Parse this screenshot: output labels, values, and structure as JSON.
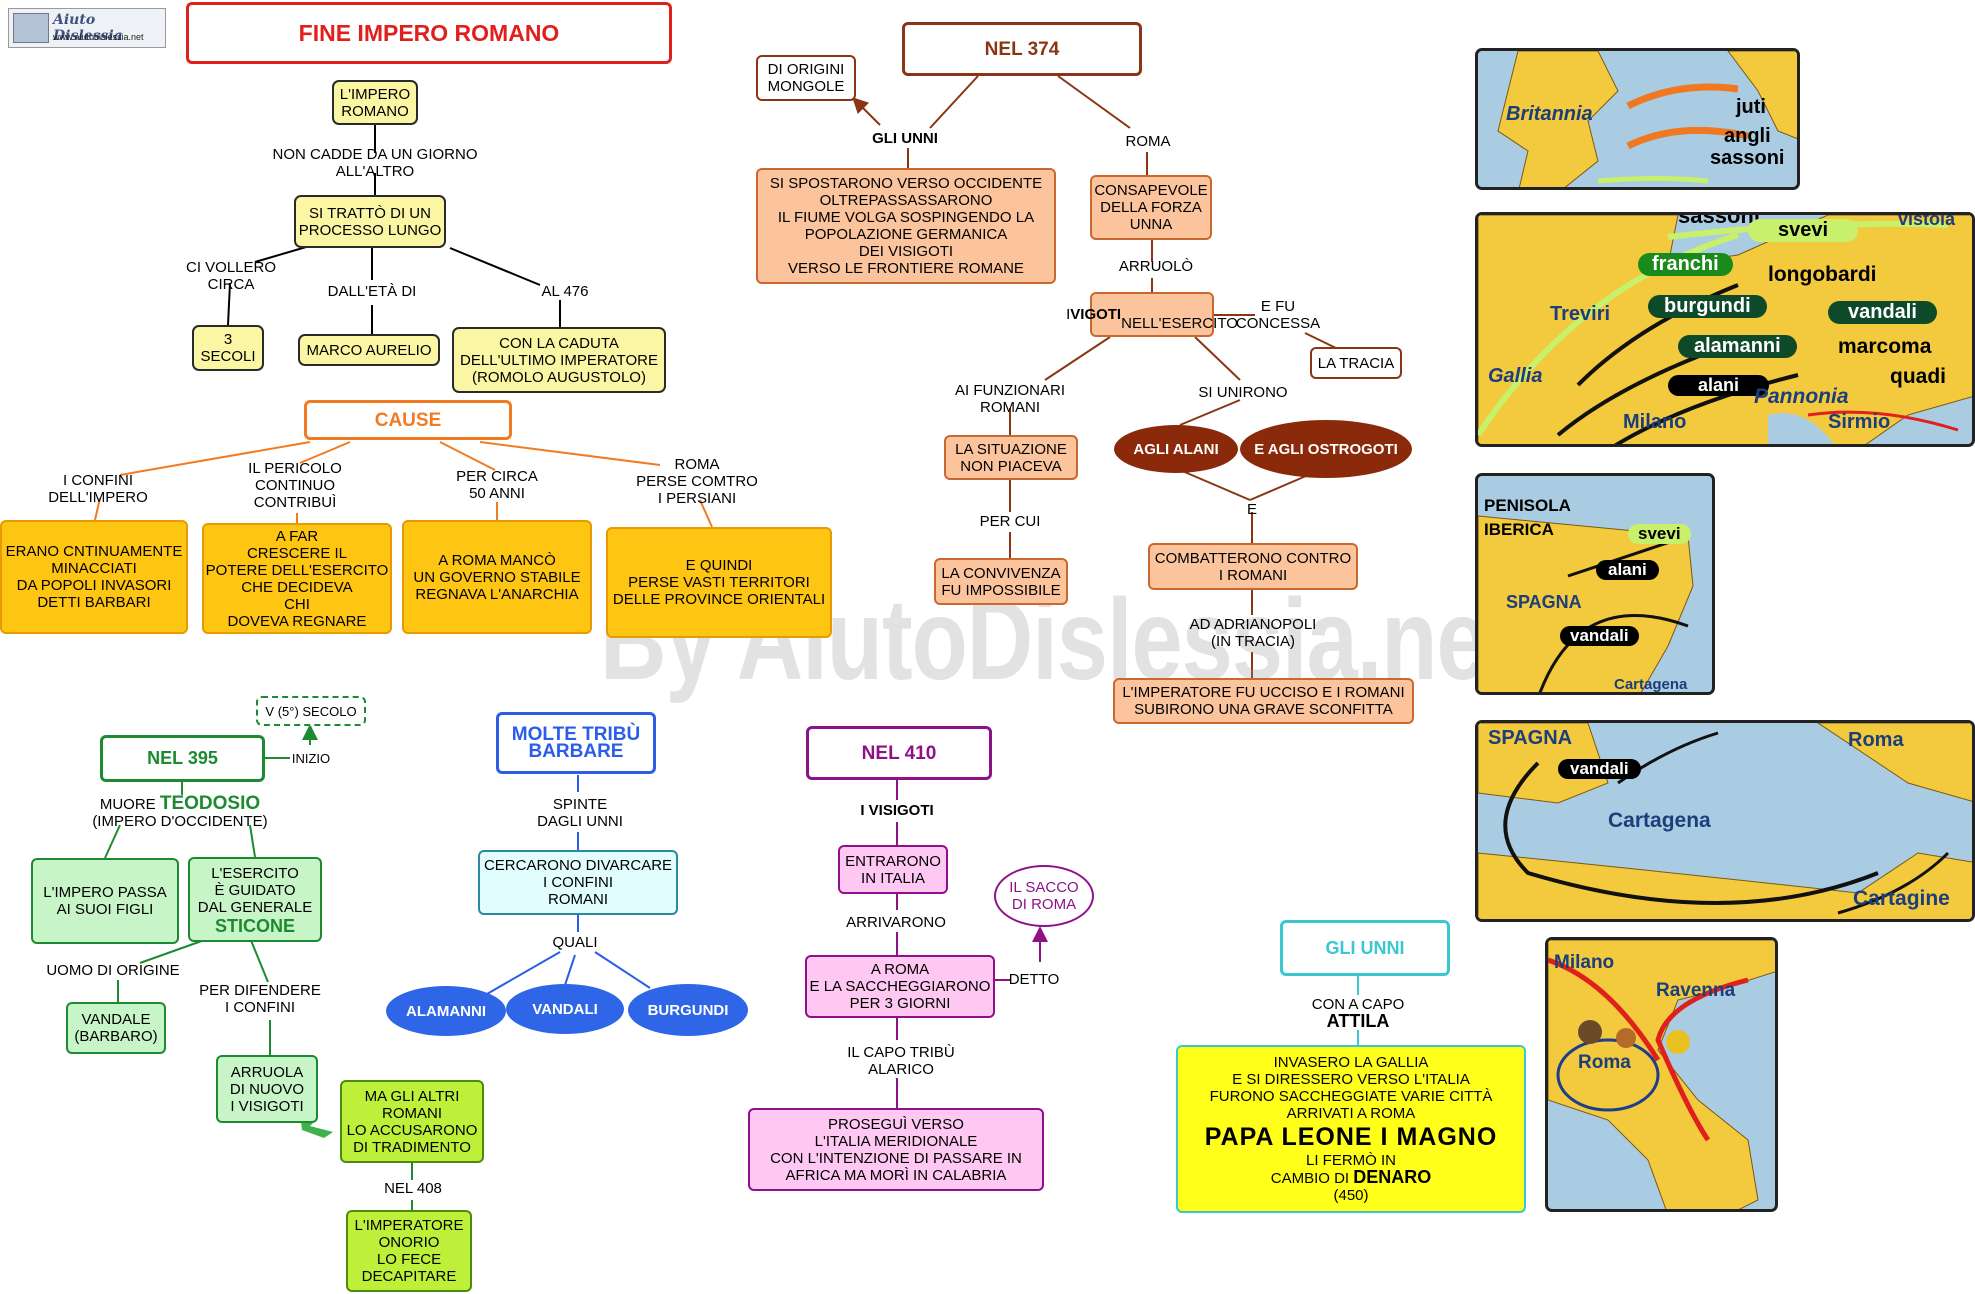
{
  "logo": {
    "name": "Aiuto Dislessia",
    "url": "www.aiutodislessia.net"
  },
  "watermark": "By AiutoDislessia.net",
  "colors": {
    "red": "#e0201c",
    "orange": "#f27b22",
    "brown": "#8a3514",
    "green": "#1d8a32",
    "blue": "#2a5ee8",
    "purple": "#8e118a",
    "turquoise": "#3bc7d2"
  },
  "top": {
    "title": "FINE IMPERO ROMANO",
    "impero": "L'IMPERO\nROMANO",
    "non_cadde": "NON CADDE DA UN GIORNO\nALL'ALTRO",
    "processo": "SI TRATTÒ DI UN\nPROCESSO LUNGO",
    "ci_vollero": "CI VOLLERO\nCIRCA",
    "dall_eta": "DALL'ETÀ DI",
    "al_476": "AL 476",
    "tre_secoli": "3\nSECOLI",
    "marco": "MARCO AURELIO",
    "caduta": "CON LA CADUTA\nDELL'ULTIMO  IMPERATORE\n(ROMOLO AUGUSTOLO)"
  },
  "cause": {
    "title": "CAUSE",
    "labels": [
      "I CONFINI\nDELL'IMPERO",
      "IL PERICOLO\nCONTINUO\nCONTRIBUÌ",
      "PER CIRCA\n50 ANNI",
      "ROMA\nPERSE COMTRO\nI PERSIANI"
    ],
    "boxes": [
      "ERANO CNTINUAMENTE\nMINACCIATI\nDA POPOLI INVASORI\nDETTI BARBARI",
      "A FAR\nCRESCERE IL\nPOTERE DELL'ESERCITO\nCHE DECIDEVA\nCHI\nDOVEVA REGNARE",
      "A ROMA MANCÒ\nUN GOVERNO STABILE\nREGNAVA L'ANARCHIA",
      "E QUINDI\nPERSE VASTI TERRITORI\nDELLE PROVINCE ORIENTALI"
    ]
  },
  "n374": {
    "title": "NEL 374",
    "origini": "DI ORIGINI\nMONGOLE",
    "unni": "GLI UNNI",
    "roma": "ROMA",
    "spostarono": "SI SPOSTARONO  VERSO  OCCIDENTE\nOLTREPASSASSARONO\nIL  FIUME  VOLGA  SOSPINGENDO  LA\nPOPOLAZIONE GERMANICA\nDEI VISIGOTI\nVERSO LE FRONTIERE ROMANE",
    "consapevole": "CONSAPEVOLE\nDELLA FORZA\nUNNA",
    "arruolo": "ARRUOLÒ",
    "vigoti_pre": "I ",
    "vigoti_bold": "VIGOTI",
    "vigoti_post": "\nNELL'ESERCITO",
    "e_fu": "E FU\nCONCESSA",
    "tracia": "LA TRACIA",
    "funzionari": "AI FUNZIONARI\nROMANI",
    "si_unirono": "SI UNIRONO",
    "situazione": "LA SITUAZIONE\nNON PIACEVA",
    "alani": "AGLI  ALANI",
    "ostrogoti": "E AGLI OSTROGOTI",
    "per_cui": "PER CUI",
    "e": "E",
    "convivenza": "LA CONVIVENZA\nFU IMPOSSIBILE",
    "combatterono": "COMBATTERONO CONTRO\nI ROMANI",
    "adrianopoli": "AD ADRIANOPOLI\n(IN TRACIA)",
    "imperatore": "L'IMPERATORE FU UCCISO E I ROMANI\nSUBIRONO UNA GRAVE SCONFITTA"
  },
  "n395": {
    "secolo": "V (5°) SECOLO",
    "inizio": "INIZIO",
    "title": "NEL 395",
    "muore": "MUORE ",
    "teodosio": "TEODOSIO",
    "impero_occ": "(IMPERO D'OCCIDENTE)",
    "figli": "L'IMPERO PASSA\nAI SUOI FIGLI",
    "esercito": "L'ESERCITO\nÈ GUIDATO\nDAL GENERALE",
    "sticone": "STICONE",
    "uomo": "UOMO DI ORIGINE",
    "per_difendere": "PER DIFENDERE\nI CONFINI",
    "vandale": "VANDALE\n(BARBARO)",
    "arruola": "ARRUOLA\nDI NUOVO\nI VISIGOTI",
    "altri": "MA GLI ALTRI\nROMANI\nLO ACCUSARONO\nDI TRADIMENTO",
    "nel408": "NEL 408",
    "onorio": "L'IMPERATORE\nONORIO\nLO FECE\nDECAPITARE"
  },
  "tribu": {
    "title": "MOLTE TRIBÙ\nBARBARE",
    "spinte": "SPINTE\nDAGLI UNNI",
    "cercarono": "CERCARONO DIVARCARE\nI CONFINI\nROMANI",
    "quali": "QUALI",
    "ovals": [
      "ALAMANNI",
      "VANDALI",
      "BURGUNDI"
    ]
  },
  "n410": {
    "title": "NEL 410",
    "visigoti": "I VISIGOTI",
    "entrarono": "ENTRARONO\nIN ITALIA",
    "arrivarono": "ARRIVARONO",
    "sacco": "IL SACCO\nDI ROMA",
    "detto": "DETTO",
    "saccheggiarono": "A ROMA\nE LA SACCHEGGIARONO\nPER 3 GIORNI",
    "capo": "IL CAPO TRIBÙ\nALARICO",
    "proseguì": "PROSEGUÌ  VERSO\nL'ITALIA  MERIDIONALE\nCON  L'INTENZIONE  DI  PASSARE  IN\nAFRICA MA MORÌ IN CALABRIA"
  },
  "unni2": {
    "title": "GLI UNNI",
    "con_capo": "CON A CAPO",
    "attila": "ATTILA",
    "invasero": "INVASERO LA GALLIA\nE SI DIRESSERO VERSO L'ITALIA\nFURONO  SACCHEGGIATE VARIE  CITTÀ\nARRIVATI A ROMA",
    "papa": "PAPA  LEONE  I  MAGNO",
    "fermo": "LI  FERMÒ  IN",
    "cambio": "CAMBIO DI ",
    "denaro": "DENARO",
    "anno": "(450)"
  },
  "maps": {
    "m1": {
      "britannia": "Britannia",
      "juti": "juti",
      "angli": "angli",
      "sassoni": "sassoni"
    },
    "m2": {
      "sassoni": "sassoni",
      "vistola": "vistola",
      "svevi": "svevi",
      "franchi": "franchi",
      "longobardi": "longobardi",
      "burgundi": "burgundi",
      "treviri": "Treviri",
      "vandali": "vandali",
      "alamanni": "alamanni",
      "marcoma": "marcoma",
      "quadi": "quadi",
      "gallia": "Gallia",
      "alani": "alani",
      "pannonia": "Pannonia",
      "milano": "Milano",
      "sirmio": "Sirmio"
    },
    "m3": {
      "penisola": "PENISOLA\nIBERICA",
      "svevi": "svevi",
      "alani": "alani",
      "spagna": "SPAGNA",
      "vandali": "vandali",
      "cartagena": "Cartagena"
    },
    "m4": {
      "spagna": "SPAGNA",
      "roma": "Roma",
      "vandali": "vandali",
      "cartagena": "Cartagena",
      "cartagine": "Cartagine"
    },
    "m5": {
      "milano": "Milano",
      "ravenna": "Ravenna",
      "roma": "Roma"
    }
  }
}
